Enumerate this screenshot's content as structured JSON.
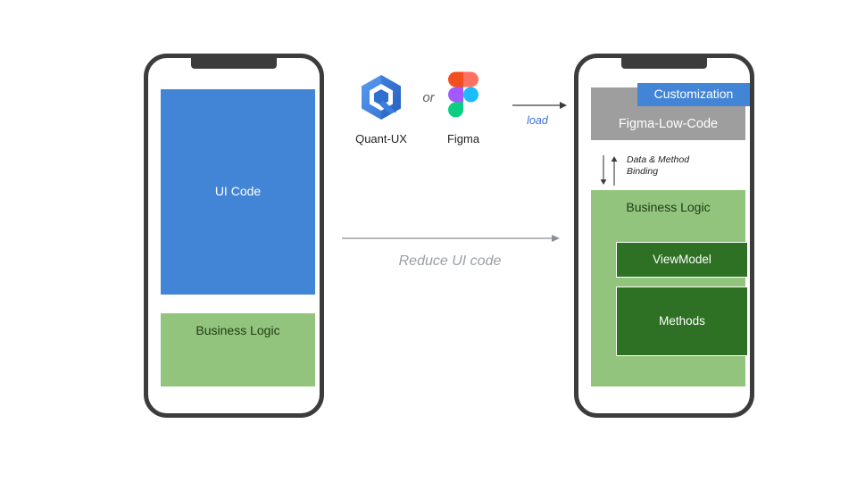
{
  "diagram": {
    "title": "Figma-Low-Code architecture comparison",
    "colors": {
      "frame": "#3c3c3c",
      "ui_blue": "#4285d6",
      "light_green": "#93c47d",
      "dark_green": "#2e7024",
      "grey": "#9e9e9e",
      "load_blue": "#3b6fd4",
      "reduce_grey": "#9aa0a6"
    }
  },
  "left_phone": {
    "name": "classic-app-phone",
    "blocks": [
      {
        "label": "UI Code",
        "color": "#4285d6"
      },
      {
        "label": "Business Logic",
        "color": "#93c47d"
      }
    ]
  },
  "middle": {
    "tools": [
      {
        "name": "Quant-UX",
        "icon": "quant-ux-logo-icon"
      },
      {
        "name": "Figma",
        "icon": "figma-logo-icon"
      }
    ],
    "or_text": "or",
    "load_label": "load",
    "reduce_label": "Reduce UI code"
  },
  "right_phone": {
    "name": "figma-low-code-phone",
    "header": {
      "customization_label": "Customization",
      "platform_label": "Figma-Low-Code"
    },
    "binding_label": "Data & Method\nBinding",
    "business_logic_label": "Business Logic",
    "inner_blocks": [
      {
        "label": "ViewModel",
        "color": "#2e7024"
      },
      {
        "label": "Methods",
        "color": "#2e7024"
      }
    ]
  }
}
